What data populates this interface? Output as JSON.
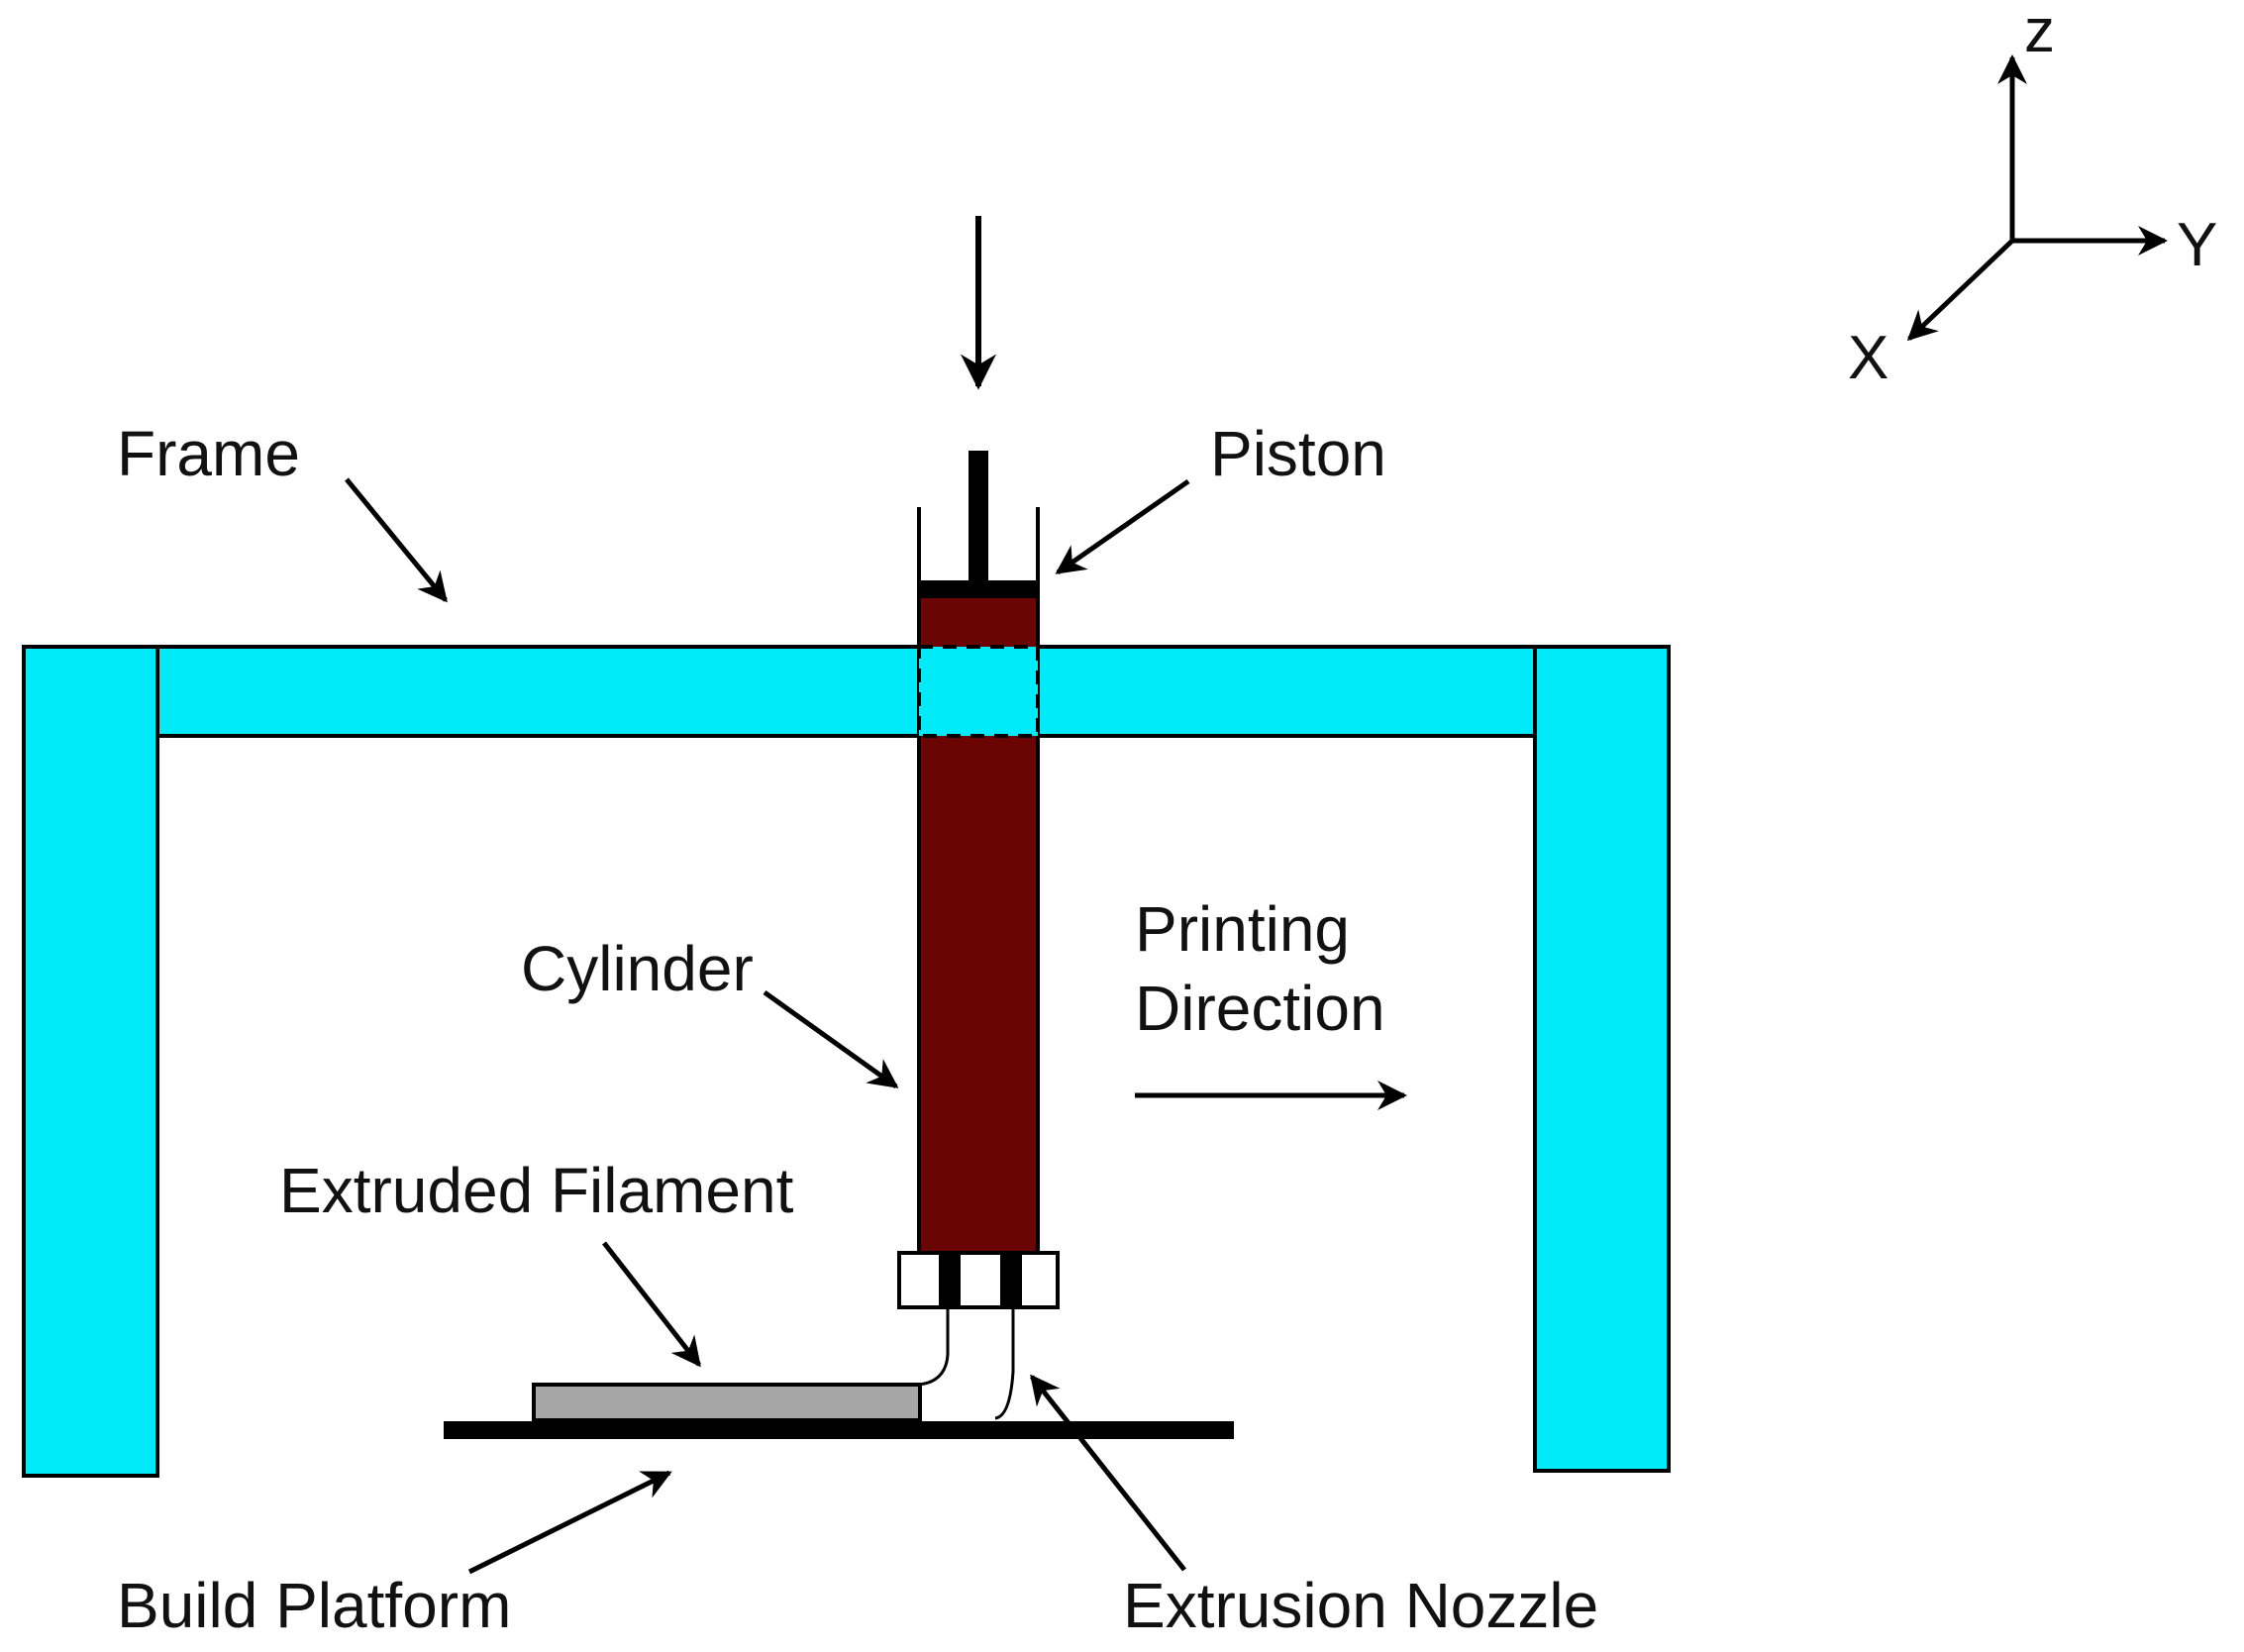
{
  "colors": {
    "frame": "#00eafa",
    "cylinder": "#6b0504",
    "filament": "#a6a6a6",
    "line": "#000000",
    "background": "#ffffff"
  },
  "labels": {
    "frame": "Frame",
    "piston": "Piston",
    "cylinder": "Cylinder",
    "printing_direction_line1": "Printing",
    "printing_direction_line2": "Direction",
    "extruded_filament": "Extruded Filament",
    "build_platform": "Build Platform",
    "extrusion_nozzle": "Extrusion Nozzle"
  },
  "axes": {
    "z": "z",
    "y": "Y",
    "x": "X"
  }
}
